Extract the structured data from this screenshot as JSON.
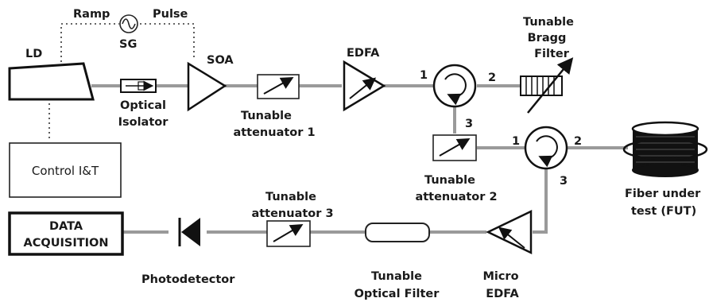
{
  "labels": {
    "ld": "LD",
    "ramp": "Ramp",
    "pulse": "Pulse",
    "sg": "SG",
    "soa": "SOA",
    "edfa": "EDFA",
    "tbf_line1": "Tunable",
    "tbf_line2": "Bragg",
    "tbf_line3": "Filter",
    "iso_line1": "Optical",
    "iso_line2": "Isolator",
    "att1_line1": "Tunable",
    "att1_line2": "attenuator 1",
    "att2_line1": "Tunable",
    "att2_line2": "attenuator 2",
    "att3_line1": "Tunable",
    "att3_line2": "attenuator 3",
    "control": "Control I&T",
    "fut_line1": "Fiber under",
    "fut_line2": "test (FUT)",
    "daq_line1": "DATA",
    "daq_line2": "ACQUISITION",
    "photodetector": "Photodetector",
    "tof_line1": "Tunable",
    "tof_line2": "Optical Filter",
    "micro_line1": "Micro",
    "micro_line2": "EDFA",
    "c1_port1": "1",
    "c1_port2": "2",
    "c1_port3": "3",
    "c2_port1": "1",
    "c2_port2": "2",
    "c2_port3": "3"
  }
}
